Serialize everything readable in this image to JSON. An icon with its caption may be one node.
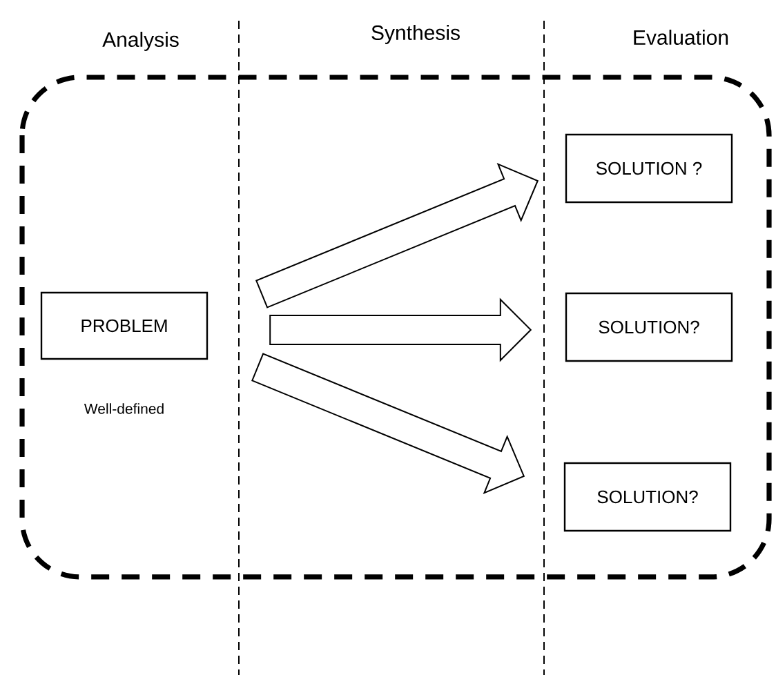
{
  "diagram": {
    "nodes": [
      {
        "text": [
          "PROBLEM"
        ],
        "beside": [
          "Well-defined"
        ]
      },
      {
        "text": [
          "SOLUTION ?"
        ]
      },
      {
        "text": [
          "SOLUTION?"
        ]
      },
      {
        "text": [
          "SOLUTION?"
        ]
      }
    ],
    "edges": [
      {
        "from": 0,
        "to": 1,
        "arrow": "to"
      },
      {
        "from": 0,
        "to": 2,
        "arrow": "to"
      },
      {
        "from": 0,
        "to": 3,
        "arrow": "to"
      }
    ],
    "labels": [
      "Analysis",
      "Synthesis",
      "Evaluation"
    ]
  }
}
